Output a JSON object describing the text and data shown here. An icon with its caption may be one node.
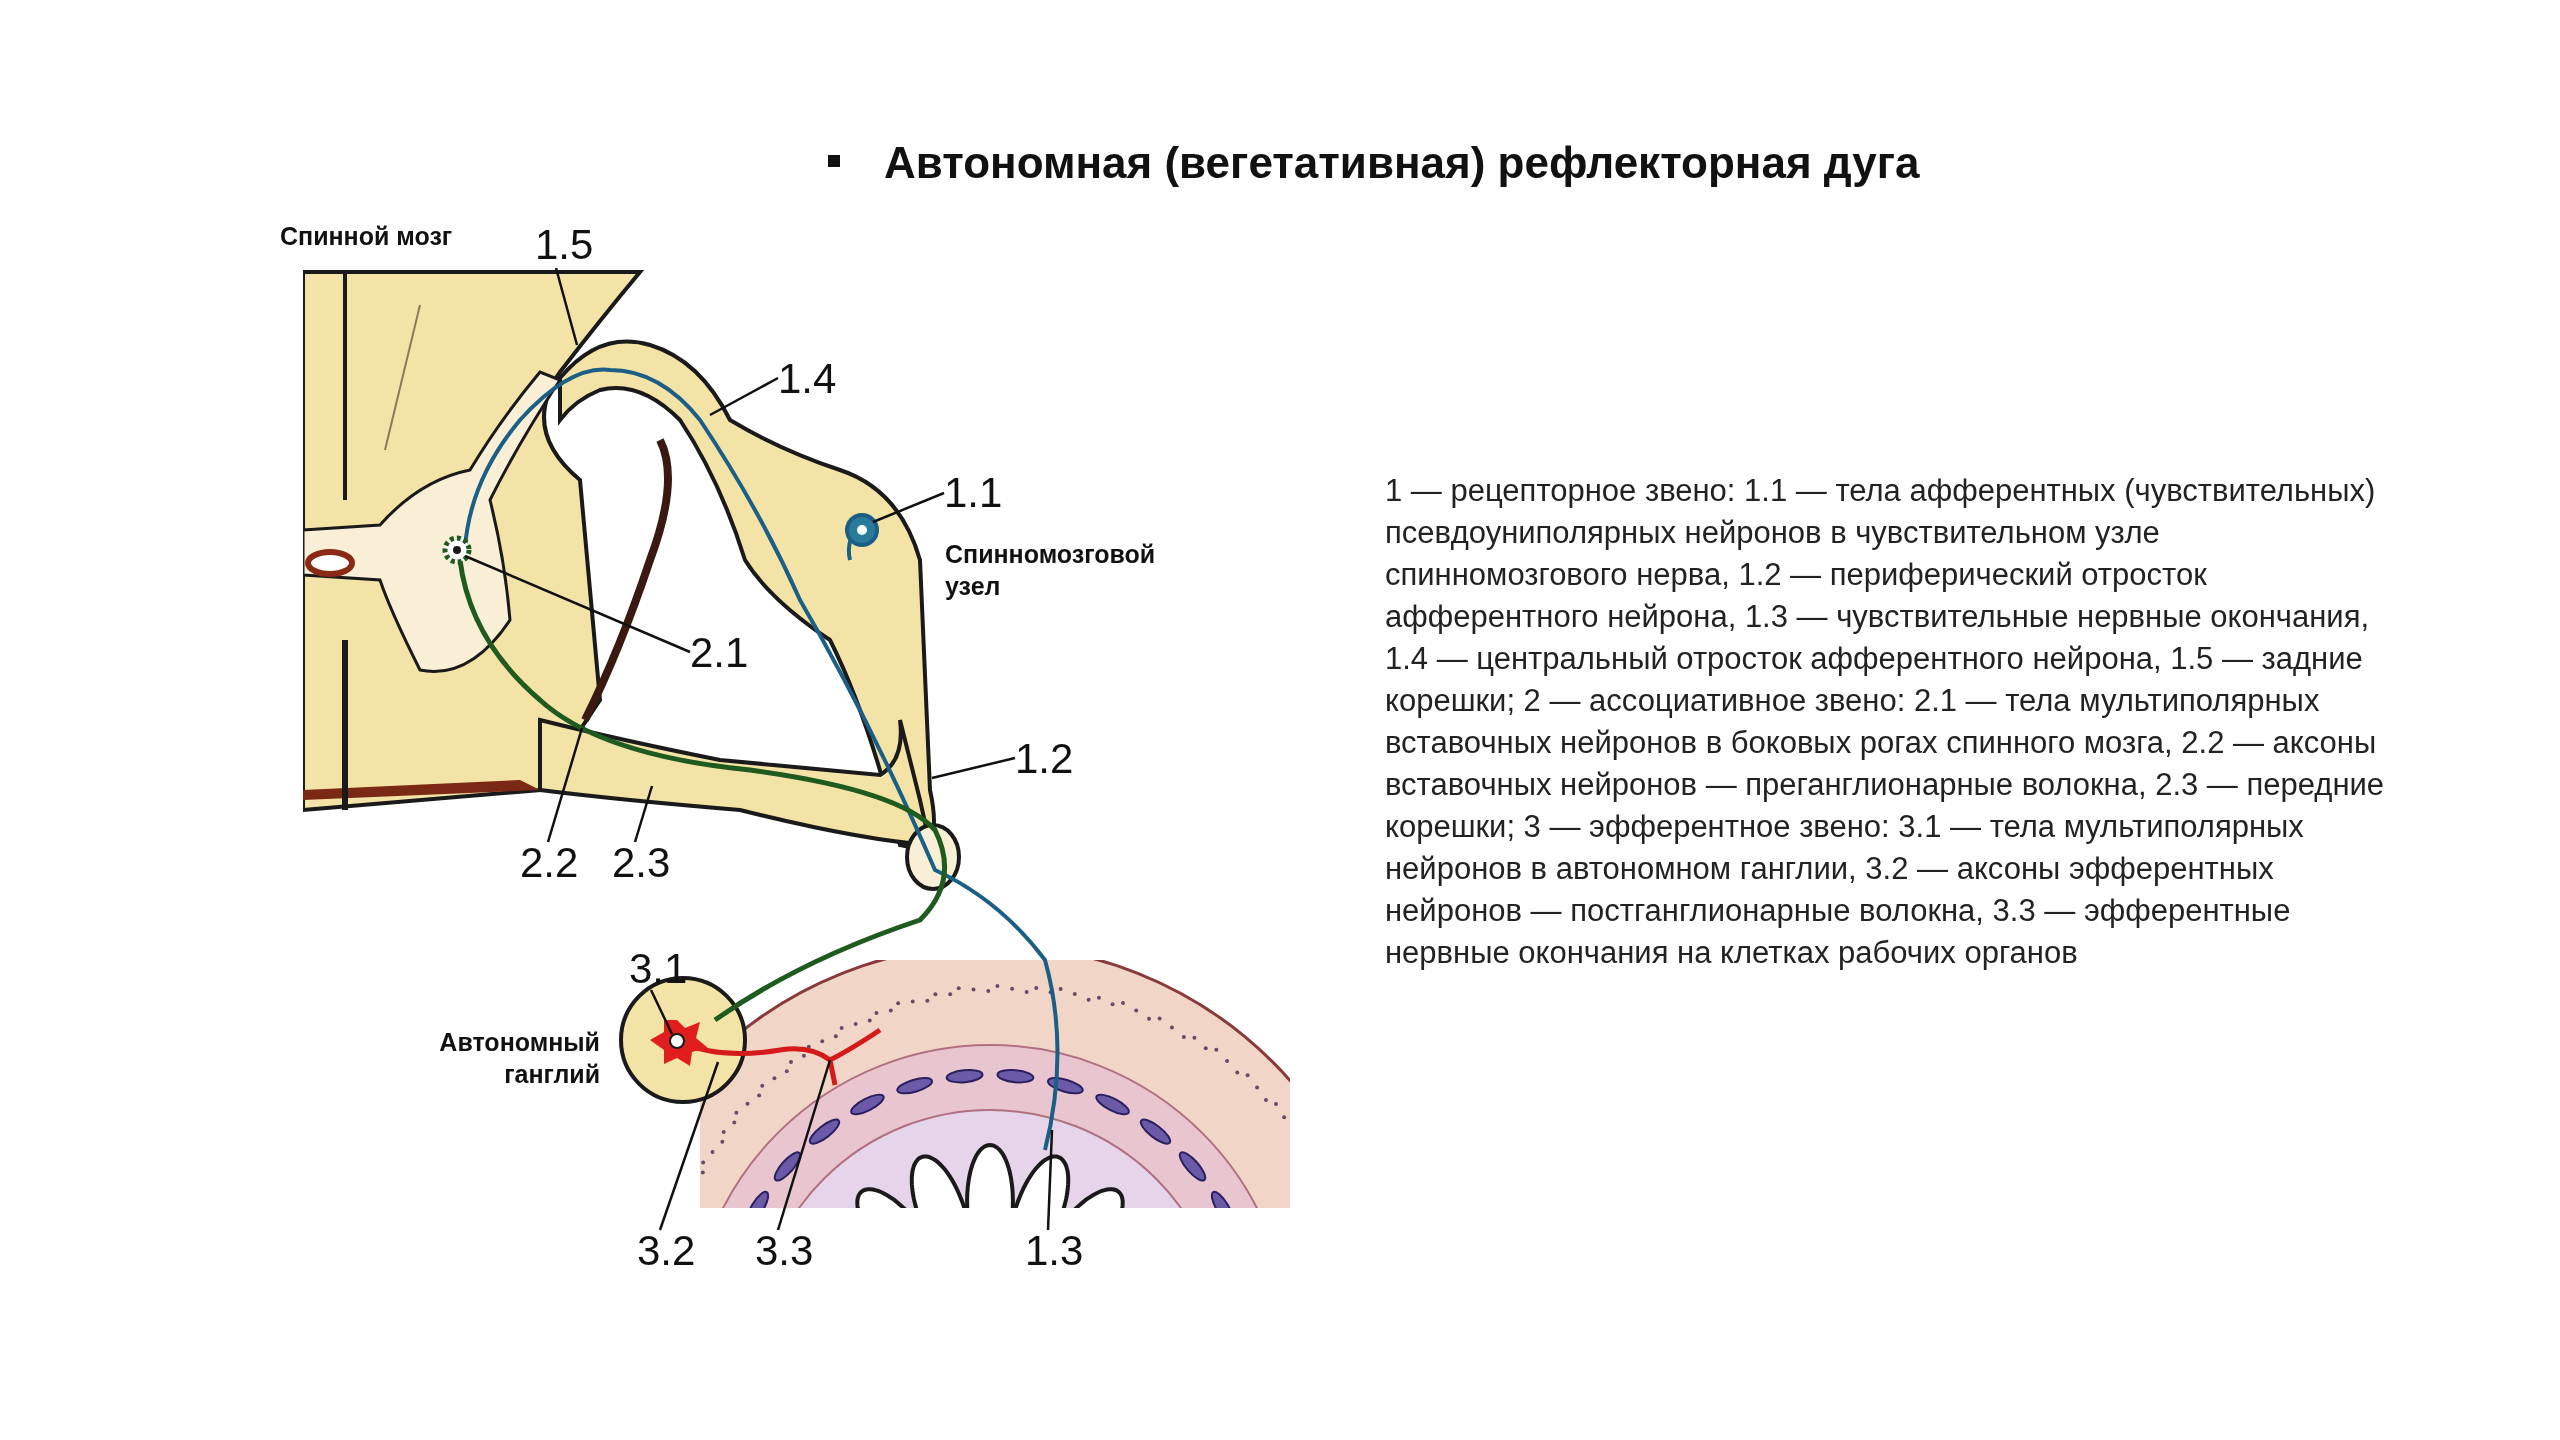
{
  "diagram": {
    "title": "Автономная (вегетативная) рефлекторная дуга",
    "nodes": [
      {
        "text": [
          "1.5"
        ]
      },
      {
        "text": [
          "1.4"
        ]
      },
      {
        "text": [
          "1.1"
        ]
      },
      {
        "text": [
          "2.1"
        ]
      },
      {
        "text": [
          "1.2"
        ]
      },
      {
        "text": [
          "2.2"
        ]
      },
      {
        "text": [
          "2.3"
        ]
      },
      {
        "text": [
          "3.1"
        ]
      },
      {
        "text": [
          "3.2"
        ]
      },
      {
        "text": [
          "3.3"
        ]
      },
      {
        "text": [
          "1.3"
        ]
      }
    ],
    "edges": [
      {
        "from": 0,
        "to": null,
        "arrow": "none"
      },
      {
        "from": 1,
        "to": null,
        "arrow": "none"
      },
      {
        "from": 2,
        "to": null,
        "arrow": "none"
      },
      {
        "from": 3,
        "to": null,
        "arrow": "none"
      },
      {
        "from": 4,
        "to": null,
        "arrow": "none"
      },
      {
        "from": 5,
        "to": null,
        "arrow": "none"
      },
      {
        "from": 6,
        "to": null,
        "arrow": "none"
      },
      {
        "from": 7,
        "to": null,
        "arrow": "none"
      },
      {
        "from": 8,
        "to": null,
        "arrow": "none"
      },
      {
        "from": 9,
        "to": null,
        "arrow": "none"
      },
      {
        "from": 10,
        "to": null,
        "arrow": "none"
      }
    ],
    "labels": [
      "Спинной мозг",
      "Спинномозговой узел",
      "Автономный ганглий",
      "1 — рецепторное звено: 1.1 — тела афферентных (чувствительных) псевдоуниполярных нейронов в чувствительном узле спинномозгового нерва, 1.2 — периферический отросток афферентного нейрона, 1.3 — чувствительные нервные окончания, 1.4 — центральный отросток афферентного нейрона, 1.5 — задние корешки; 2 — ассоциативное звено: 2.1 — тела мультиполярных вставочных нейронов в боковых рогах спинного мозга, 2.2 — аксоны вставочных нейронов — преганглионарные волокна, 2.3 — передние корешки; 3 — эфферентное звено: 3.1 — тела мультиполярных нейронов в автономном ганглии, 3.2 — аксоны эфферентных нейронов — постганглионарные волокна, 3.3 — эфферентные нервные окончания на клетках рабочих органов"
    ]
  }
}
